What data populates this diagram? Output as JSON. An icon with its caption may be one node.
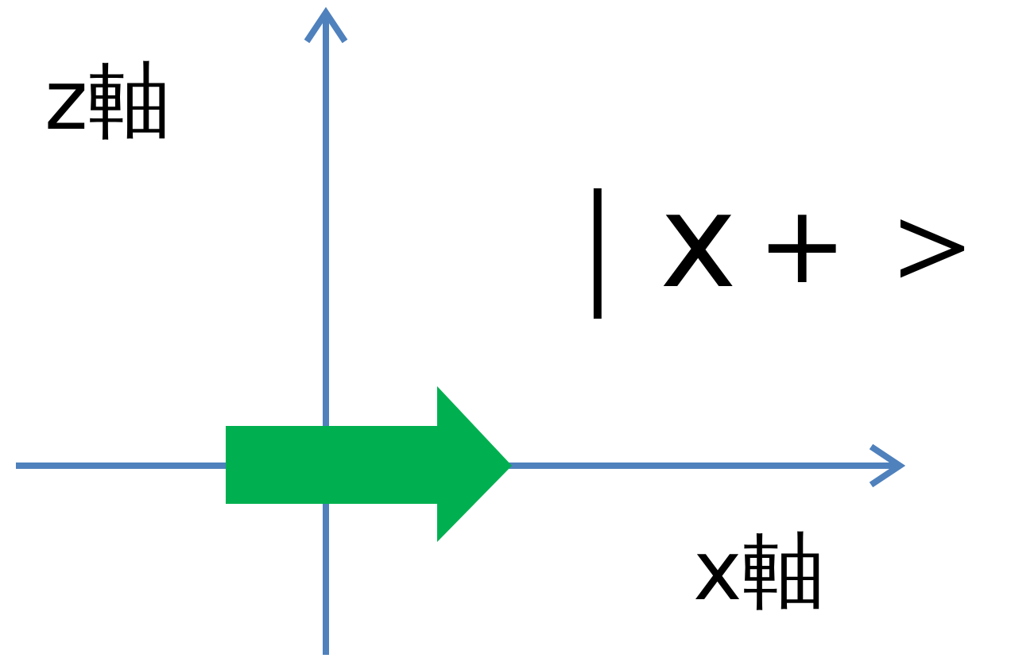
{
  "diagram": {
    "labels": [
      "z軸",
      "｜x＋＞",
      "x軸"
    ]
  }
}
